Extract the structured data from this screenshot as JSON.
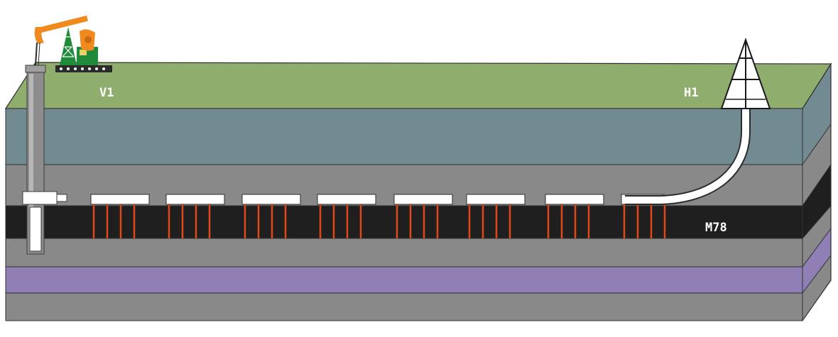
{
  "labels": {
    "vertical_well": "V1",
    "horizontal_well": "H1",
    "coal_seam": "M78"
  },
  "colors": {
    "surface": "#8fad6c",
    "surface_side": "#7c985c",
    "layer_top": "#728a92",
    "layer_gray": "#898989",
    "coal_seam": "#1f1f1f",
    "purple_layer": "#8f7fb4",
    "fracture": "#e0481c",
    "casing": "#8d8d8d",
    "pipe": "#ffffff",
    "pump_orange": "#f08a1e",
    "pump_green": "#1f8a3a"
  },
  "icons": {
    "pump": "pumpjack-icon",
    "rig": "drilling-rig-icon"
  },
  "diagram": {
    "lateral_segments": 8,
    "fractures_per_segment": 4
  }
}
